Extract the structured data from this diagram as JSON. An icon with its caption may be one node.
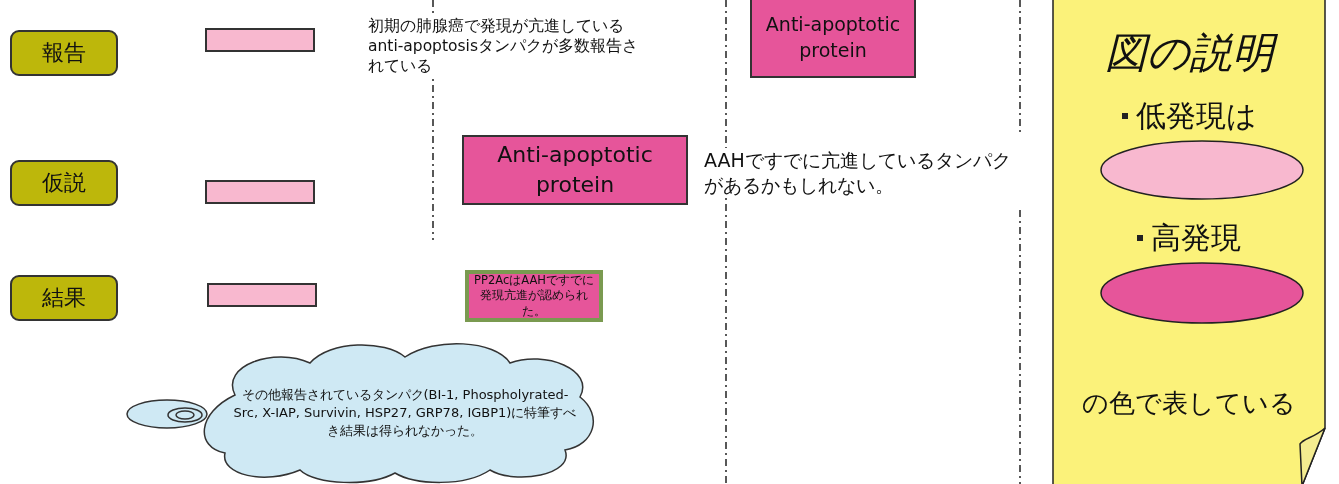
{
  "diagram": {
    "nodes": [
      {
        "text": [
          "報告"
        ]
      },
      {
        "text": [],
        "shape": "bar"
      },
      {
        "text": [
          "Anti-apoptotic protein"
        ]
      },
      {
        "text": [
          "仮説"
        ]
      },
      {
        "text": [],
        "shape": "bar"
      },
      {
        "text": [
          "Anti-apoptotic protein"
        ]
      },
      {
        "text": [
          "結果"
        ]
      },
      {
        "text": [],
        "shape": "bar"
      },
      {
        "text": [
          "PP2AcはAAHですでに発現亢進が認められた。"
        ]
      },
      {
        "text": [
          "その他報告されているタンパク(BI-1, Phospholyrated-Src, X-IAP, Survivin, HSP27, GRP78, IGBP1)に特筆すべき結果は得られなかった。"
        ]
      },
      {
        "text": [
          "図の説明",
          "低発現は",
          "高発現",
          "の色で表している"
        ]
      },
      {
        "text": [],
        "shape": "ellipse",
        "in": 10
      },
      {
        "text": [],
        "shape": "ellipse",
        "in": 10
      }
    ],
    "edges": [],
    "labels": [
      "初期の肺腺癌で発現が亢進しているanti-apoptosisタンパクが多数報告されている",
      "AAHですでに亢進しているタンパクがあるかもしれない。"
    ]
  }
}
